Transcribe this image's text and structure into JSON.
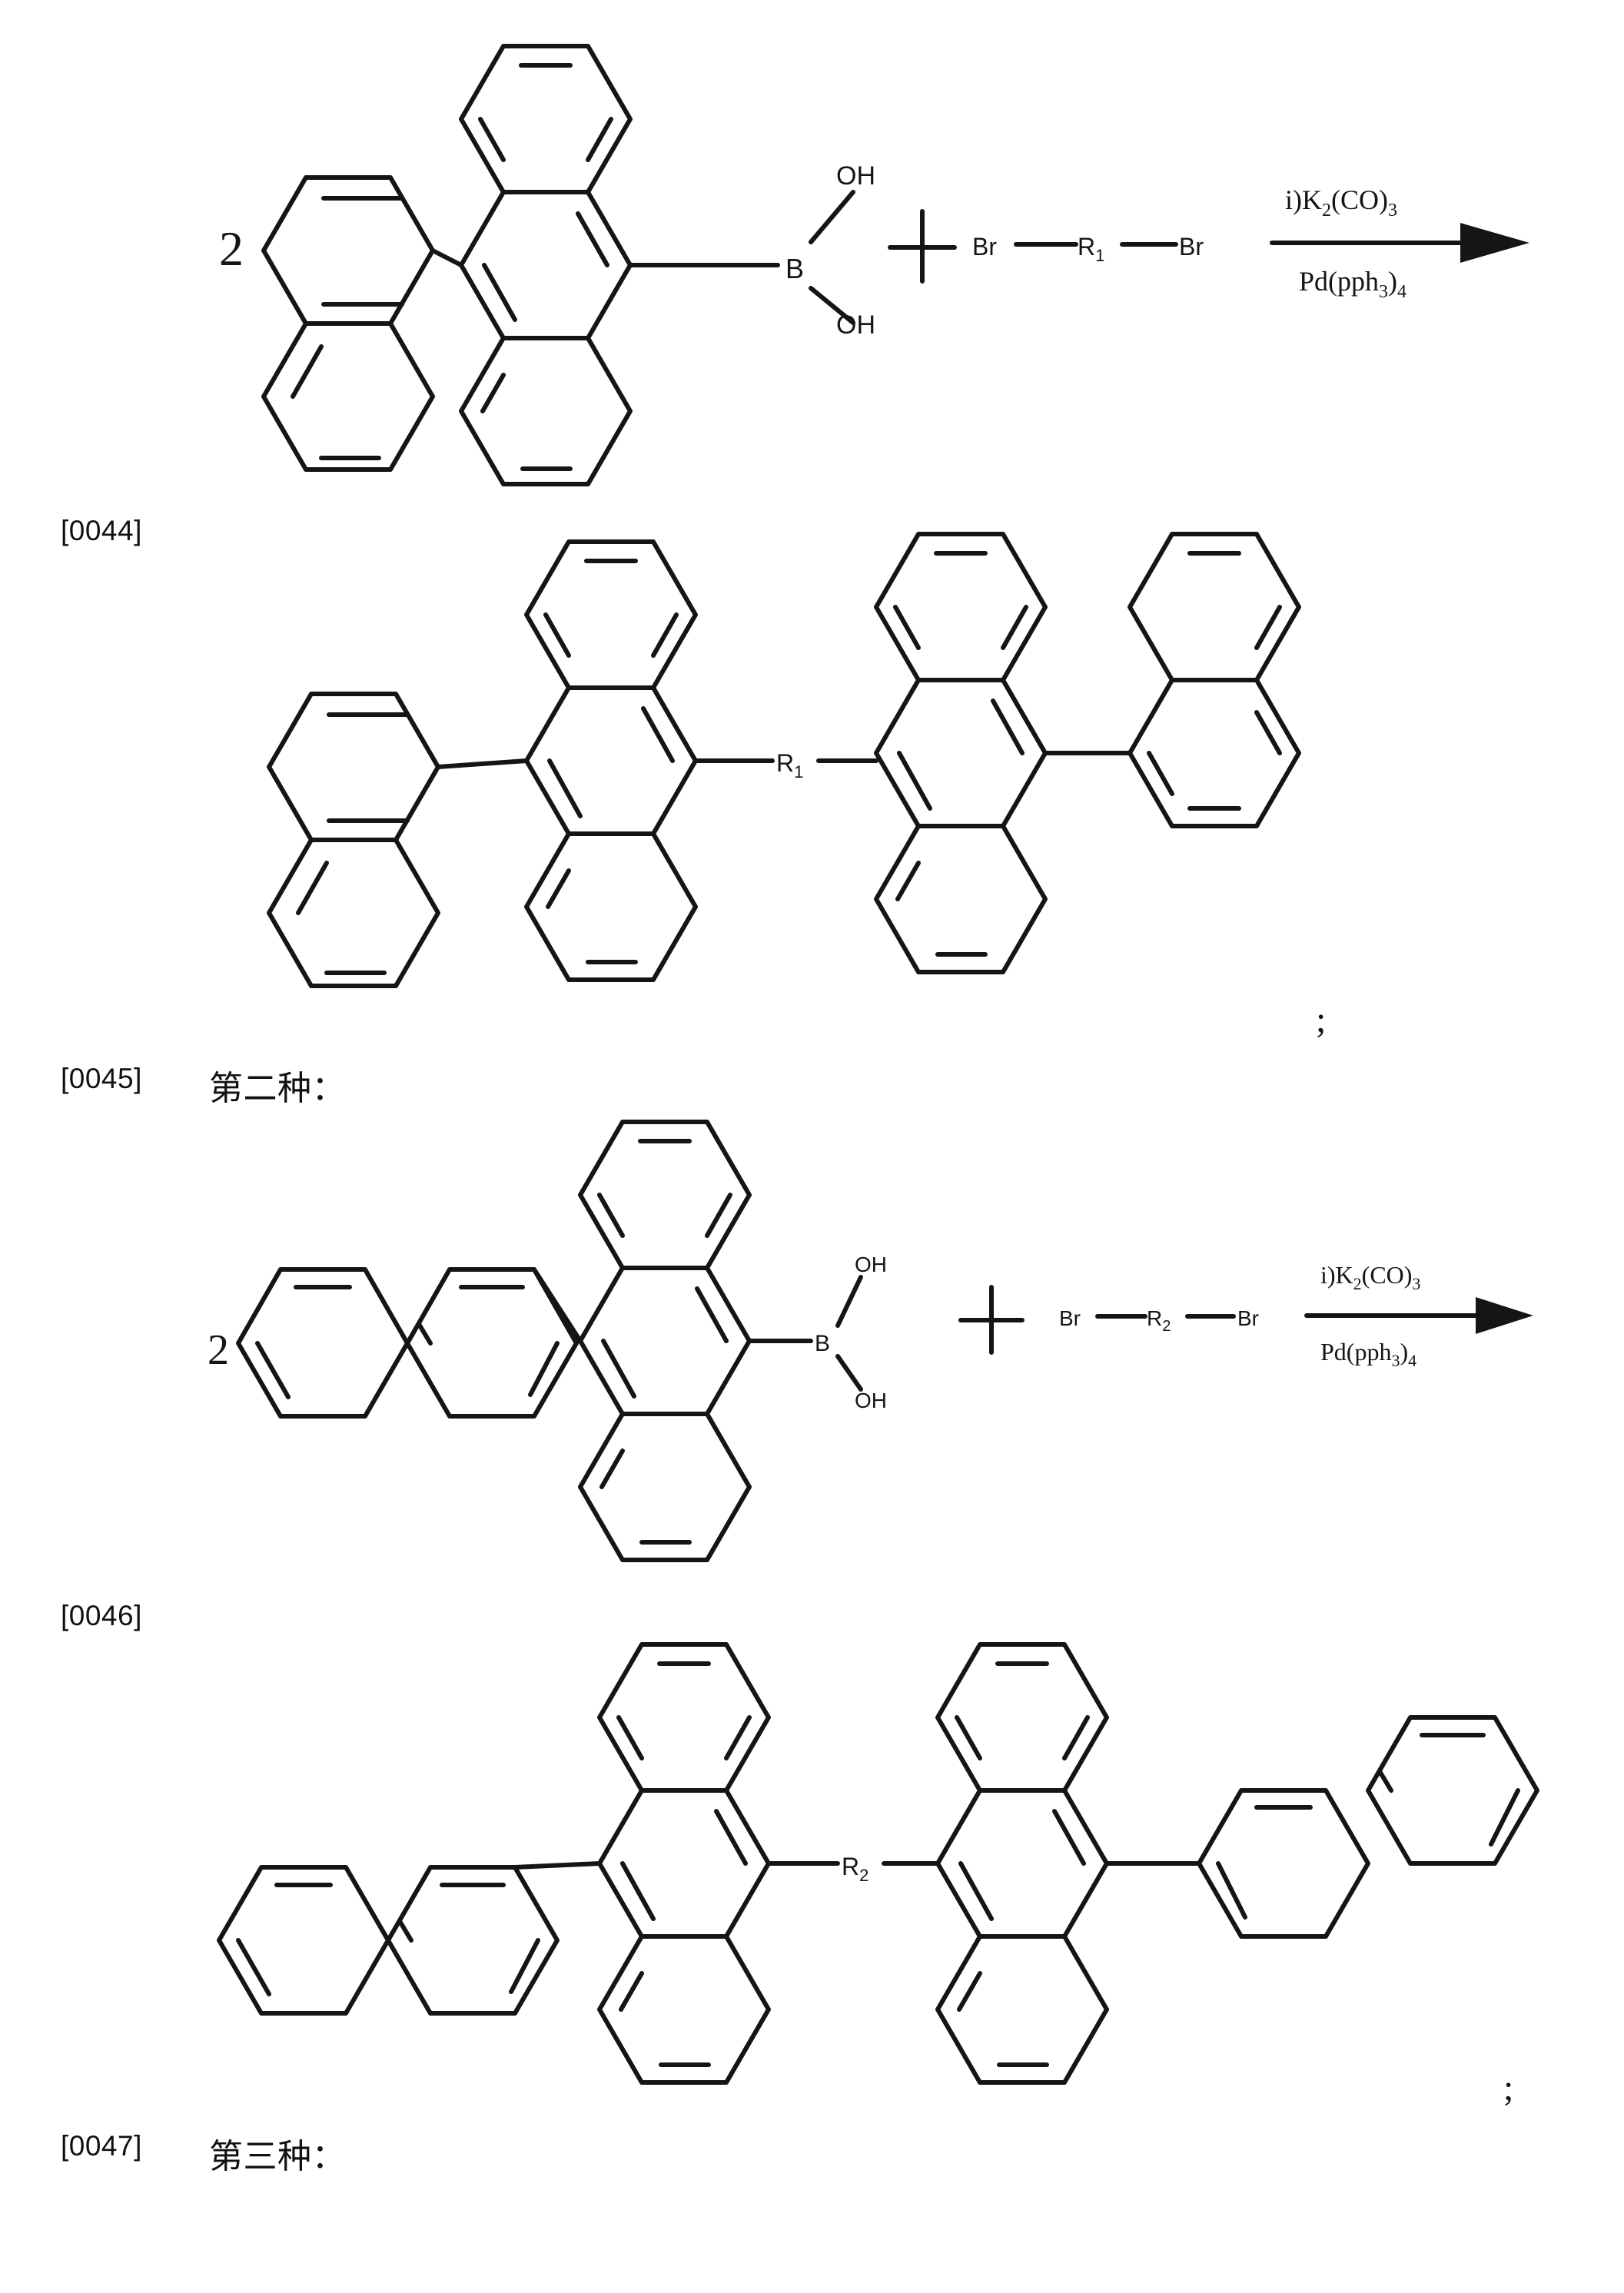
{
  "paragraphs": [
    {
      "number": "[0044]",
      "text": ""
    },
    {
      "number": "[0045]",
      "text": "第二种："
    },
    {
      "number": "[0046]",
      "text": ""
    },
    {
      "number": "[0047]",
      "text": "第三种："
    }
  ],
  "reaction1": {
    "coefficient": "2",
    "boronic_oh_top": "OH",
    "boronic_oh_bottom": "OH",
    "boron": "B",
    "plus": "+",
    "reagent_left": "Br",
    "reagent_linker": "R1",
    "reagent_right": "Br",
    "condition_top": "i)K2(CO)3",
    "condition_bottom": "Pd(pph3)4",
    "product_linker": "R1",
    "terminator": ";"
  },
  "reaction2": {
    "coefficient": "2",
    "boronic_oh_top": "OH",
    "boronic_oh_bottom": "OH",
    "boron": "B",
    "plus": "+",
    "reagent_left": "Br",
    "reagent_linker": "R2",
    "reagent_right": "Br",
    "condition_top": "i)K2(CO)3",
    "condition_bottom": "Pd(pph3)4",
    "product_linker": "R2",
    "terminator": ";"
  }
}
